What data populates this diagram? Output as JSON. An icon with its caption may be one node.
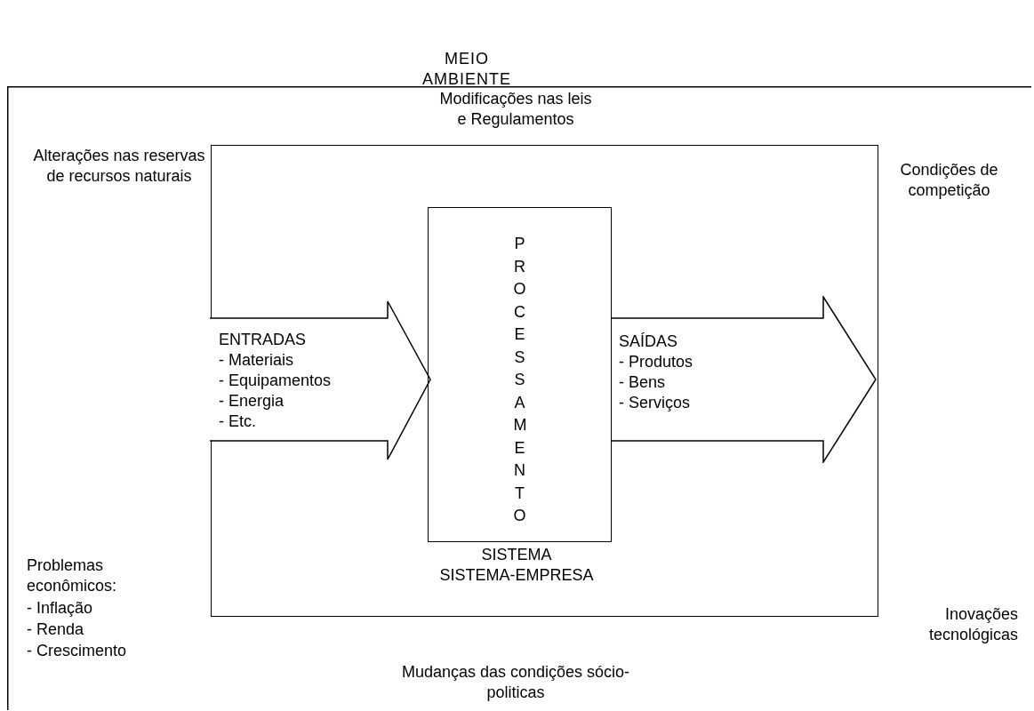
{
  "diagram": {
    "nodes": [
      {
        "text": [
          "MEIO AMBIENTE"
        ]
      },
      {
        "text": [
          "SISTEMA",
          "SISTEMA-EMPRESA"
        ],
        "in": 0
      },
      {
        "text": [
          "ENTRADAS",
          "- Materiais",
          "- Equipamentos",
          "- Energia",
          "- Etc."
        ],
        "in": 1
      },
      {
        "text": [
          "PROCESSAMENTO"
        ],
        "in": 1
      },
      {
        "text": [
          "SAÍDAS",
          "- Produtos",
          "- Bens",
          "- Serviços"
        ],
        "in": 1
      }
    ],
    "labels": [
      "Modificações nas leis e Regulamentos",
      "Alterações nas reservas de recursos naturais",
      "Condições de competição",
      "Problemas econômicos:",
      "- Inflação",
      "- Renda",
      "- Crescimento",
      "Inovações tecnológicas",
      "Mudanças das condições sócio-politicas"
    ]
  }
}
